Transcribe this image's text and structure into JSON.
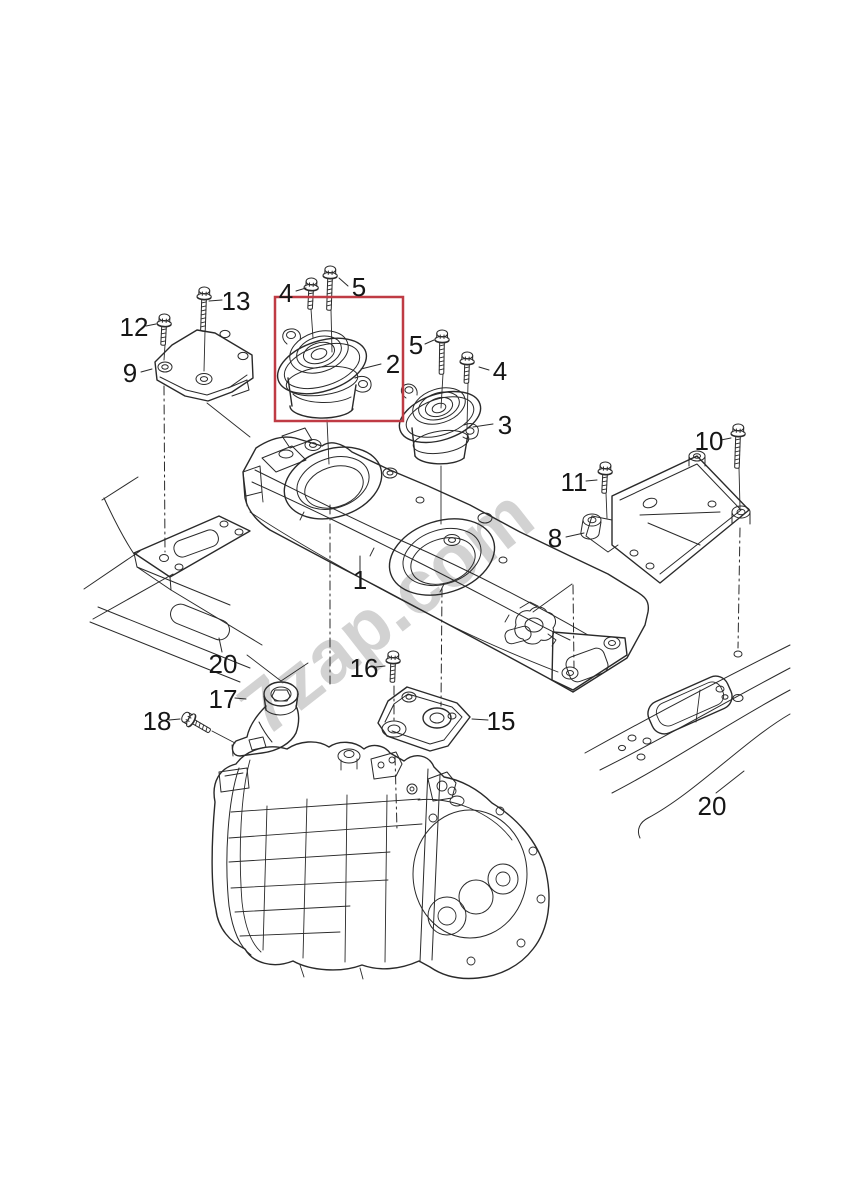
{
  "watermark": {
    "text": "7zap.com",
    "color": "#c8c8c8"
  },
  "colors": {
    "background": "#ffffff",
    "line": "#2a2a2a",
    "highlight": "#bf3b44",
    "label": "#161616"
  },
  "callouts": {
    "c1": "1",
    "c2": "2",
    "c3": "3",
    "c4a": "4",
    "c4b": "4",
    "c5a": "5",
    "c5b": "5",
    "c8": "8",
    "c9": "9",
    "c10": "10",
    "c11": "11",
    "c12": "12",
    "c13": "13",
    "c15": "15",
    "c16": "16",
    "c17": "17",
    "c18": "18",
    "c20a": "20",
    "c20b": "20"
  }
}
